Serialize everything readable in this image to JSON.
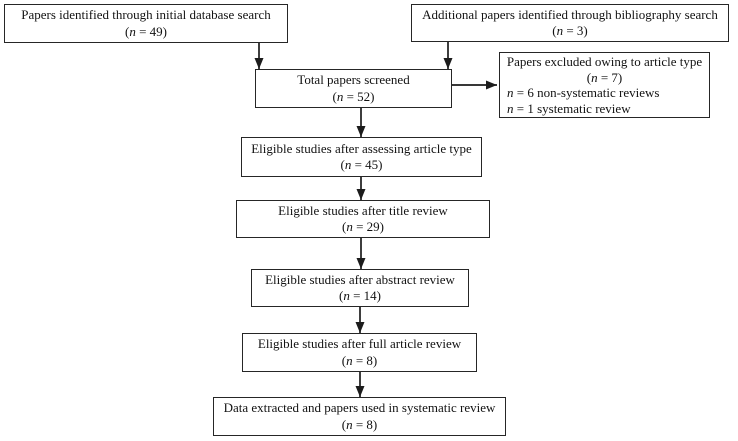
{
  "diagram": {
    "type": "flowchart",
    "background_color": "#ffffff",
    "border_color": "#262626",
    "text_color": "#121212",
    "arrow_color": "#1c1c1c",
    "boxes": [
      {
        "id": "database-search",
        "label": "Papers identified through initial database search",
        "count": "(n = 49)"
      },
      {
        "id": "bibliography-search",
        "label": "Additional papers identified through bibliography search",
        "count": "(n = 3)"
      },
      {
        "id": "total-screened",
        "label": "Total papers screened",
        "count": "(n = 52)"
      },
      {
        "id": "excluded",
        "label": "Papers excluded owing to article type",
        "count": "(n = 7)",
        "details": [
          "n = 6 non-systematic reviews",
          "n = 1 systematic review"
        ]
      },
      {
        "id": "after-article-type",
        "label": "Eligible studies after assessing article type",
        "count": "(n = 45)"
      },
      {
        "id": "after-title",
        "label": "Eligible studies after title review",
        "count": "(n = 29)"
      },
      {
        "id": "after-abstract",
        "label": "Eligible studies after abstract review",
        "count": "(n = 14)"
      },
      {
        "id": "after-full-article",
        "label": "Eligible studies after full article review",
        "count": "(n = 8)"
      },
      {
        "id": "data-extracted",
        "label": "Data extracted and papers used in systematic review",
        "count": "(n = 8)"
      }
    ],
    "arrows": [
      {
        "from": "database-search",
        "to": "total-screened"
      },
      {
        "from": "bibliography-search",
        "to": "total-screened"
      },
      {
        "from": "total-screened",
        "to": "excluded"
      },
      {
        "from": "total-screened",
        "to": "after-article-type"
      },
      {
        "from": "after-article-type",
        "to": "after-title"
      },
      {
        "from": "after-title",
        "to": "after-abstract"
      },
      {
        "from": "after-abstract",
        "to": "after-full-article"
      },
      {
        "from": "after-full-article",
        "to": "data-extracted"
      }
    ]
  }
}
